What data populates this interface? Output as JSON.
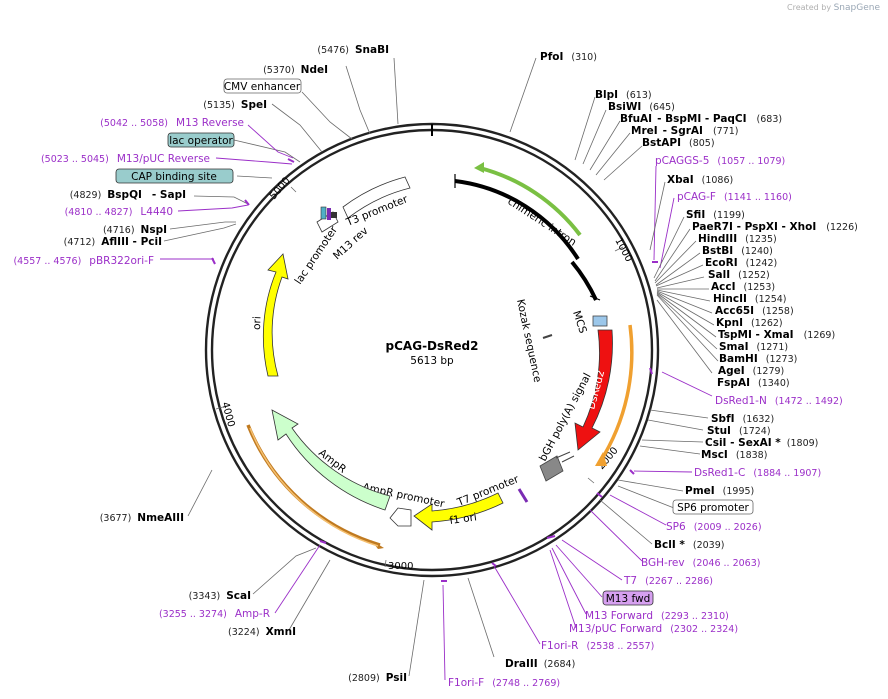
{
  "branding": {
    "created_by": "Created by",
    "app": "SnapGene"
  },
  "plasmid": {
    "name": "pCAG-DsRed2",
    "length_label": "5613 bp",
    "length": 5613
  },
  "ticks": [
    {
      "bp": 1000,
      "label": "1000"
    },
    {
      "bp": 2000,
      "label": "2000"
    },
    {
      "bp": 3000,
      "label": "3000"
    },
    {
      "bp": 4000,
      "label": "4000"
    },
    {
      "bp": 5000,
      "label": "5000"
    }
  ],
  "features": [
    {
      "name": "chimeric intron",
      "color": "#000000"
    },
    {
      "name": "MCS",
      "color": "#000000"
    },
    {
      "name": "Kozak sequence",
      "color": "#000000"
    },
    {
      "name": "DsRed2",
      "color": "#ee1111"
    },
    {
      "name": "bGH poly(A) signal",
      "color": "#888888"
    },
    {
      "name": "T7 promoter",
      "color": "#ffffff"
    },
    {
      "name": "f1 ori",
      "color": "#ffff00"
    },
    {
      "name": "AmpR promoter",
      "color": "#ffffff"
    },
    {
      "name": "AmpR",
      "color": "#ccffcc"
    },
    {
      "name": "ori",
      "color": "#ffff00"
    },
    {
      "name": "lac promoter",
      "color": "#ffffff"
    },
    {
      "name": "M13 rev",
      "color": "#000000"
    },
    {
      "name": "T3 promoter",
      "color": "#ffffff"
    }
  ],
  "enzymes_left": [
    {
      "pos": "(5476)",
      "name": "SnaBI"
    },
    {
      "pos": "(5370)",
      "name": "NdeI"
    },
    {
      "pos": "(5135)",
      "name": "SpeI"
    },
    {
      "pos": "(4829)",
      "name": "BspQI",
      "name2": "SapI"
    },
    {
      "pos": "(4716)",
      "name": "NspI"
    },
    {
      "pos": "(4712)",
      "name": "AflIII",
      "name2": "PciI"
    },
    {
      "pos": "(3677)",
      "name": "NmeAIII"
    },
    {
      "pos": "(3343)",
      "name": "ScaI"
    },
    {
      "pos": "(3224)",
      "name": "XmnI"
    },
    {
      "pos": "(2809)",
      "name": "PsiI"
    },
    {
      "pos": "(2684)",
      "name": "DraIII"
    }
  ],
  "enzymes_right": [
    {
      "name": "PfoI",
      "pos": "(310)"
    },
    {
      "name": "BlpI",
      "pos": "(613)"
    },
    {
      "name": "BsiWI",
      "pos": "(645)"
    },
    {
      "name": "BfuAI",
      "name2": "BspMI",
      "name3": "PaqCI",
      "pos": "(683)"
    },
    {
      "name": "MreI",
      "name2": "SgrAI",
      "pos": "(771)"
    },
    {
      "name": "BstAPI",
      "pos": "(805)"
    },
    {
      "name": "XbaI",
      "pos": "(1086)"
    },
    {
      "name": "SfiI",
      "pos": "(1199)"
    },
    {
      "name": "PaeR7I",
      "name2": "PspXI",
      "name3": "XhoI",
      "pos": "(1226)"
    },
    {
      "name": "HindIII",
      "pos": "(1235)"
    },
    {
      "name": "BstBI",
      "pos": "(1240)"
    },
    {
      "name": "EcoRI",
      "pos": "(1242)"
    },
    {
      "name": "SalI",
      "pos": "(1252)"
    },
    {
      "name": "AccI",
      "pos": "(1253)"
    },
    {
      "name": "HincII",
      "pos": "(1254)"
    },
    {
      "name": "Acc65I",
      "pos": "(1258)"
    },
    {
      "name": "KpnI",
      "pos": "(1262)"
    },
    {
      "name": "TspMI",
      "name2": "XmaI",
      "pos": "(1269)"
    },
    {
      "name": "SmaI",
      "pos": "(1271)"
    },
    {
      "name": "BamHI",
      "pos": "(1273)"
    },
    {
      "name": "AgeI",
      "pos": "(1279)"
    },
    {
      "name": "FspAI",
      "pos": "(1340)"
    },
    {
      "name": "SbfI",
      "pos": "(1632)"
    },
    {
      "name": "StuI",
      "pos": "(1724)"
    },
    {
      "name": "CsiI",
      "name2": "SexAI *",
      "pos": "(1809)"
    },
    {
      "name": "MscI",
      "pos": "(1838)"
    },
    {
      "name": "PmeI",
      "pos": "(1995)"
    },
    {
      "name": "BclI *",
      "pos": "(2039)"
    }
  ],
  "primers": [
    {
      "name": "M13 Reverse",
      "range": "(5042 .. 5058)"
    },
    {
      "name": "M13/pUC Reverse",
      "range": "(5023 .. 5045)"
    },
    {
      "name": "L4440",
      "range": "(4810 .. 4827)"
    },
    {
      "name": "pBR322ori-F",
      "range": "(4557 .. 4576)"
    },
    {
      "name": "Amp-R",
      "range": "(3255 .. 3274)"
    },
    {
      "name": "F1ori-F",
      "range": "(2748 .. 2769)"
    },
    {
      "name": "F1ori-R",
      "range": "(2538 .. 2557)"
    },
    {
      "name": "M13/pUC Forward",
      "range": "(2302 .. 2324)"
    },
    {
      "name": "M13 Forward",
      "range": "(2293 .. 2310)"
    },
    {
      "name": "T7",
      "range": "(2267 .. 2286)"
    },
    {
      "name": "BGH-rev",
      "range": "(2046 .. 2063)"
    },
    {
      "name": "SP6",
      "range": "(2009 .. 2026)"
    },
    {
      "name": "DsRed1-C",
      "range": "(1884 .. 1907)"
    },
    {
      "name": "DsRed1-N",
      "range": "(1472 .. 1492)"
    },
    {
      "name": "pCAG-F",
      "range": "(1141 .. 1160)"
    },
    {
      "name": "pCAGGS-5",
      "range": "(1057 .. 1079)"
    }
  ],
  "boxed_labels": [
    {
      "name": "CMV enhancer",
      "fill": "#ffffff"
    },
    {
      "name": "lac operator",
      "fill": "#99cccc"
    },
    {
      "name": "CAP binding site",
      "fill": "#99cccc"
    },
    {
      "name": "SP6 promoter",
      "fill": "#ffffff"
    },
    {
      "name": "M13 fwd",
      "fill": "#d6a0f0"
    }
  ]
}
